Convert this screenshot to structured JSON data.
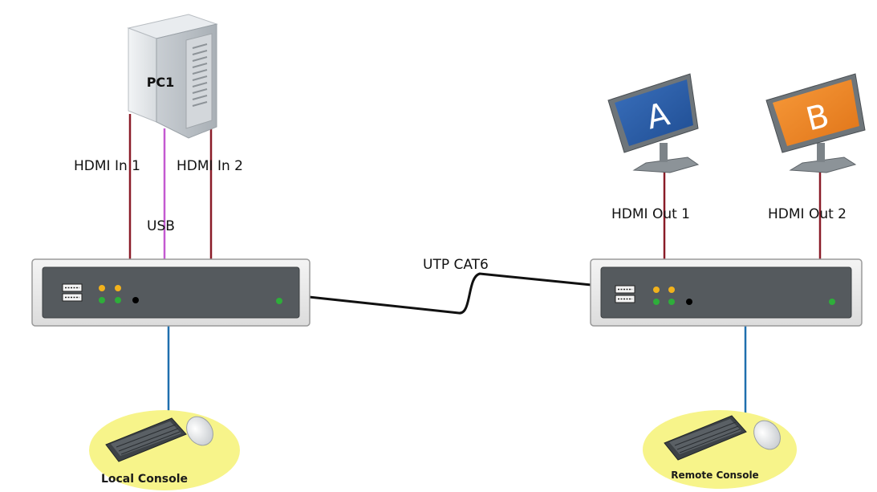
{
  "pc": {
    "label": "PC1"
  },
  "cables": {
    "hdmi_in_1": "HDMI In 1",
    "hdmi_in_2": "HDMI In 2",
    "usb": "USB",
    "utp": "UTP CAT6",
    "hdmi_out_1": "HDMI Out 1",
    "hdmi_out_2": "HDMI Out 2"
  },
  "monitors": {
    "a": {
      "letter": "A",
      "color": "#2b5ea8"
    },
    "b": {
      "letter": "B",
      "color": "#f08a2a"
    }
  },
  "consoles": {
    "local": "Local Console",
    "remote": "Remote Console"
  },
  "colors": {
    "hdmi_cable": "#8a1c28",
    "usb_cable": "#c45ad1",
    "console_cable": "#1f6fae",
    "utp_cable": "#111111",
    "console_highlight": "#f7f48a",
    "led_yellow": "#f2b21c",
    "led_green": "#2eae3a"
  }
}
